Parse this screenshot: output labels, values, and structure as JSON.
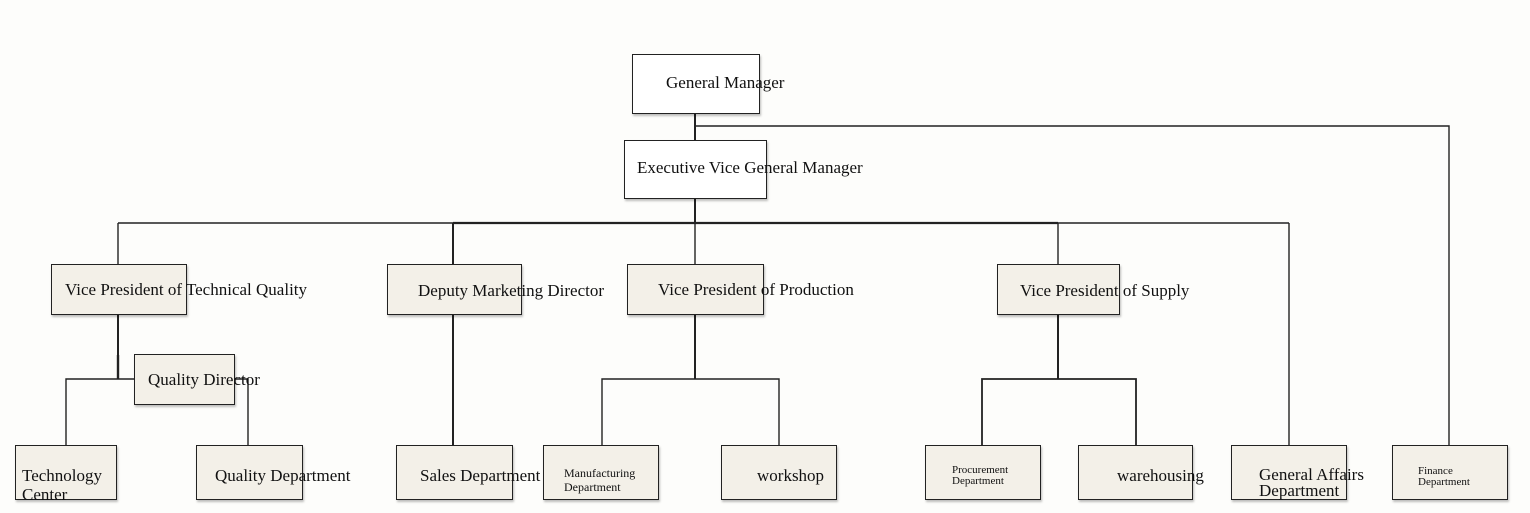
{
  "nodes": {
    "general_manager": "General Manager",
    "executive_vgm": "Executive Vice General Manager",
    "vp_technical_quality": "Vice President of Technical Quality",
    "deputy_marketing_director": "Deputy Marketing Director",
    "vp_production": "Vice President of Production",
    "vp_supply": "Vice President of Supply",
    "quality_director": "Quality Director",
    "technology_center": "Technology Center",
    "quality_department": "Quality Department",
    "sales_department": "Sales Department",
    "manufacturing_department": "Manufacturing Department",
    "workshop": "workshop",
    "procurement_department": "Procurement Department",
    "warehousing": "warehousing",
    "general_affairs_department": "General Affairs Department",
    "finance_department": "Finance Department"
  }
}
